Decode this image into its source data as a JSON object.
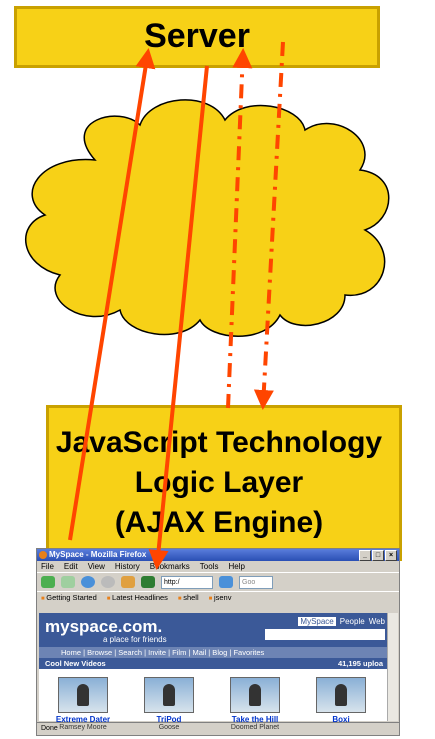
{
  "server": {
    "label": "Server"
  },
  "engine": {
    "line1": "JavaScript Technology",
    "line2": "Logic Layer",
    "line3": "(AJAX Engine)"
  },
  "colors": {
    "box_fill": "#f7d117",
    "box_border": "#c9a100",
    "cloud_fill": "#f7d117",
    "arrow": "#ff4500"
  },
  "browser": {
    "title": "MySpace - Mozilla Firefox",
    "menu": [
      "File",
      "Edit",
      "View",
      "History",
      "Bookmarks",
      "Tools",
      "Help"
    ],
    "url": "http:/",
    "search_placeholder": "Goo",
    "bookmarks": [
      "Getting Started",
      "Latest Headlines",
      "shell",
      "jsenv"
    ],
    "site": {
      "logo": "myspace.com.",
      "tagline": "a place for friends",
      "search_tabs": [
        "MySpace",
        "People",
        "Web"
      ],
      "nav": "Home | Browse | Search | Invite | Film | Mail | Blog | Favorites",
      "section_title": "Cool New Videos",
      "uploads": "41,195 uploa",
      "videos": [
        {
          "title": "Extreme Dater",
          "sub": "Ramsey Moore"
        },
        {
          "title": "TriPod",
          "sub": "Goose"
        },
        {
          "title": "Take the Hill",
          "sub": "Doomed Planet"
        },
        {
          "title": "Boxi",
          "sub": ""
        }
      ]
    },
    "status": "Done"
  }
}
